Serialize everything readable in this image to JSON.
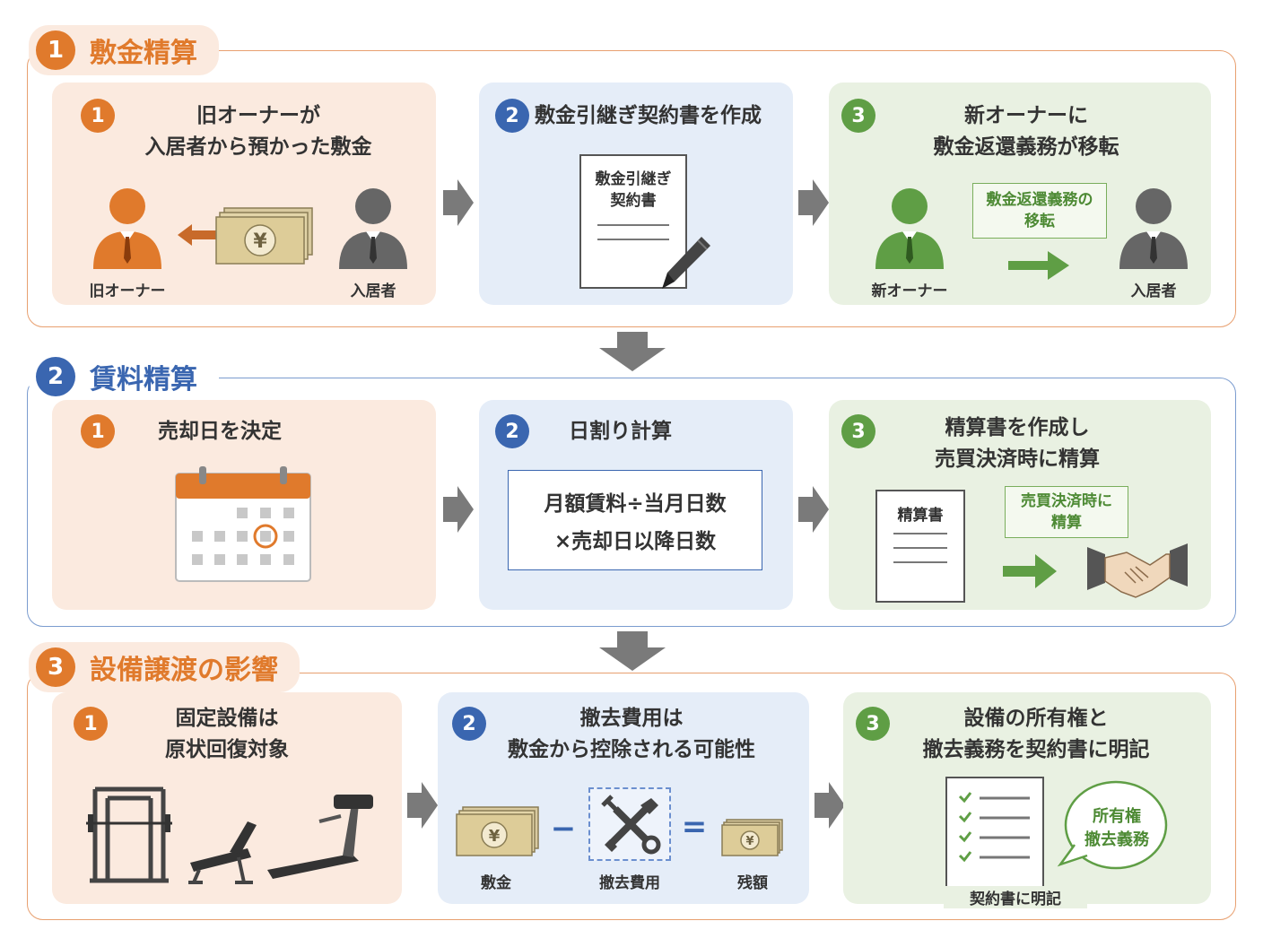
{
  "sections": [
    {
      "num": "1",
      "title": "敷金精算",
      "color": "#e07a2c",
      "cards": [
        {
          "num": "1",
          "title": "旧オーナーが\n入居者から預かった敷金",
          "left_label": "旧オーナー",
          "right_label": "入居者",
          "money_icon": "yen-bill-icon"
        },
        {
          "num": "2",
          "title": "敷金引継ぎ契約書を作成",
          "doc_title": "敷金引継ぎ\n契約書"
        },
        {
          "num": "3",
          "title": "新オーナーに\n敷金返還義務が移転",
          "box_label": "敷金返還義務の\n移転",
          "left_label": "新オーナー",
          "right_label": "入居者"
        }
      ]
    },
    {
      "num": "2",
      "title": "賃料精算",
      "color": "#3a66b0",
      "cards": [
        {
          "num": "1",
          "title": "売却日を決定"
        },
        {
          "num": "2",
          "title": "日割り計算",
          "formula_line1": "月額賃料÷当月日数",
          "formula_line2": "×売却日以降日数"
        },
        {
          "num": "3",
          "title": "精算書を作成し\n売買決済時に精算",
          "doc_title": "精算書",
          "box_label": "売買決済時に\n精算"
        }
      ]
    },
    {
      "num": "3",
      "title": "設備譲渡の影響",
      "color": "#e07a2c",
      "cards": [
        {
          "num": "1",
          "title": "固定設備は\n原状回復対象"
        },
        {
          "num": "2",
          "title": "撤去費用は\n敷金から控除される可能性",
          "label_a": "敷金",
          "op_minus": "−",
          "label_b": "撤去費用",
          "op_eq": "=",
          "label_c": "残額"
        },
        {
          "num": "3",
          "title": "設備の所有権と\n撤去義務を契約書に明記",
          "bubble": "所有権\n撤去義務",
          "caption": "契約書に明記"
        }
      ]
    }
  ],
  "colors": {
    "orange": "#e07a2c",
    "blue": "#3a66b0",
    "green": "#5f9e45",
    "gray_arrow": "#7a7a7a"
  }
}
